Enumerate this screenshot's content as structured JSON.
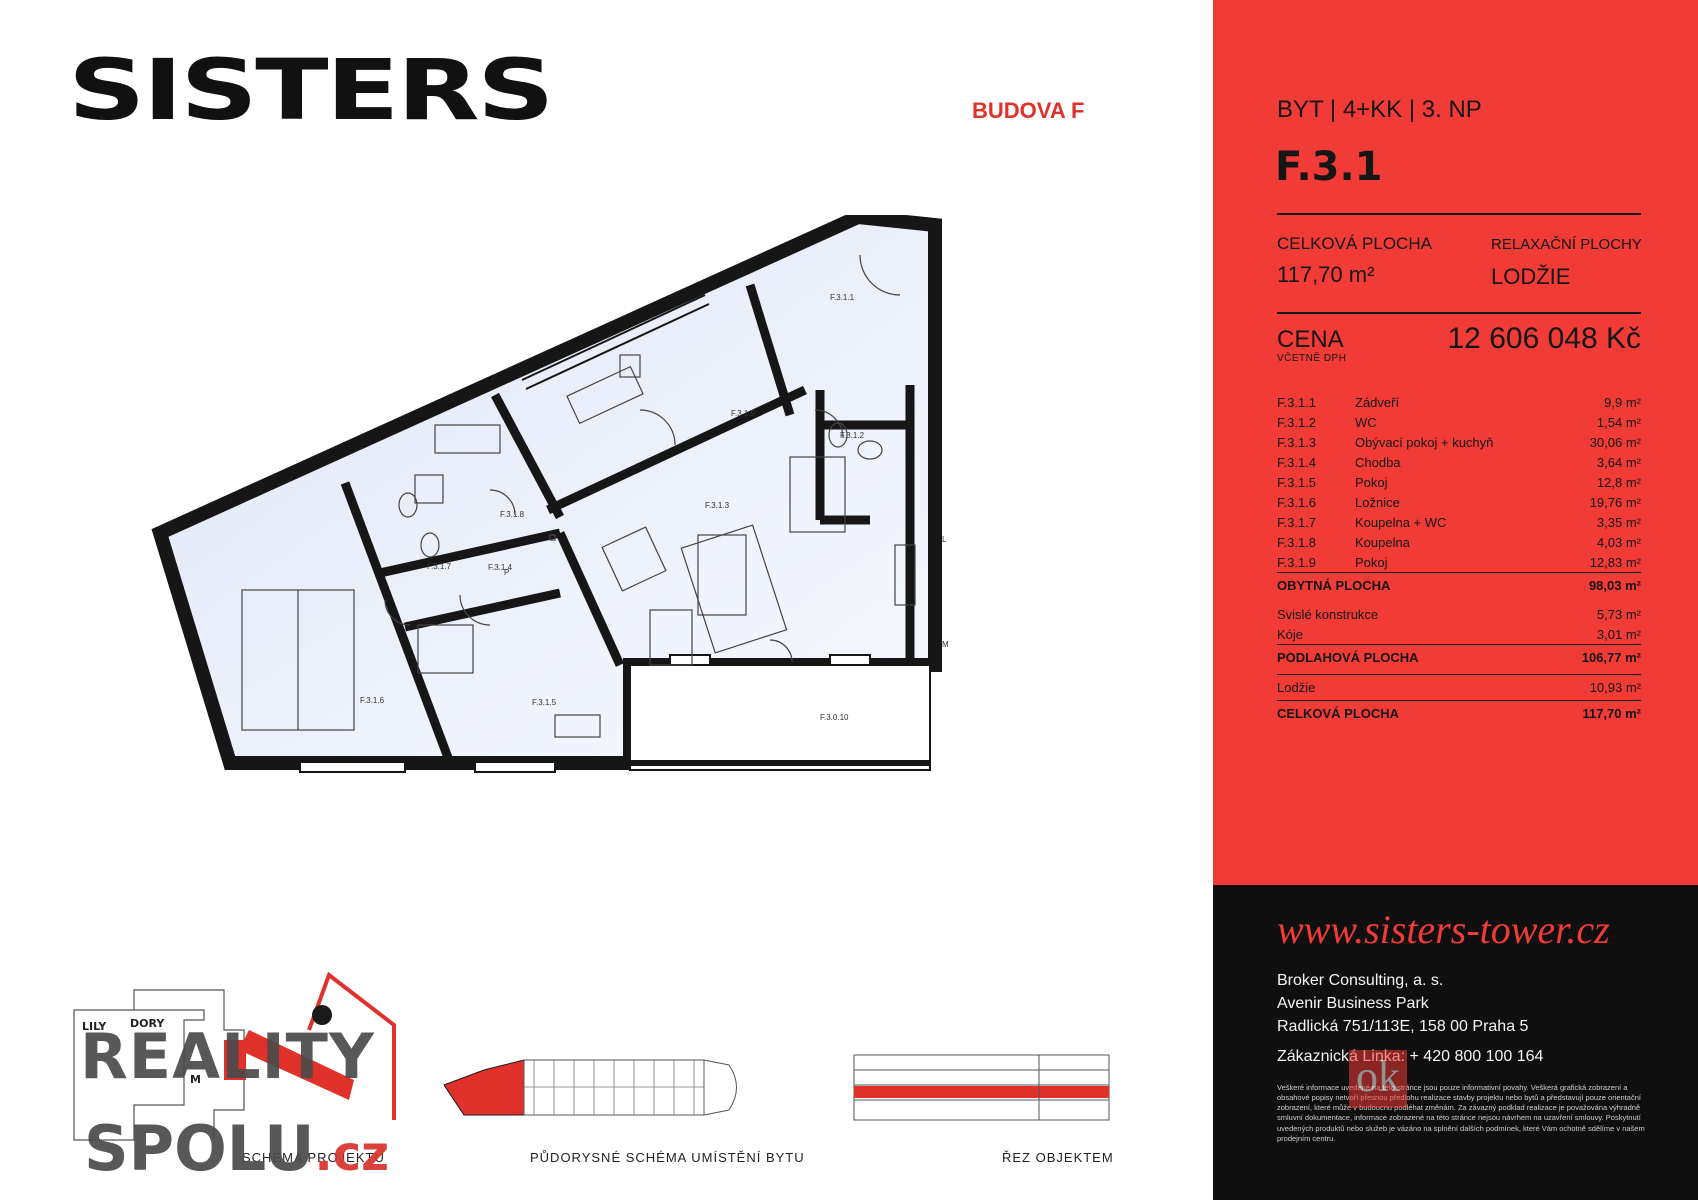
{
  "brand": {
    "logo": "SISTERS",
    "building": "BUDOVA F"
  },
  "panel": {
    "type_line": "BYT | 4+KK | 3. NP",
    "unit_code": "F.3.1",
    "total_area_label": "CELKOVÁ PLOCHA",
    "total_area_value": "117,70 m²",
    "relax_label": "RELAXAČNÍ PLOCHY",
    "relax_value": "LODŽIE",
    "price_label": "CENA",
    "price_vat": "VČETNĚ DPH",
    "price_value": "12 606 048 Kč",
    "rooms": [
      {
        "code": "F.3.1.1",
        "name": "Zádveří",
        "area": "9,9 m²"
      },
      {
        "code": "F.3.1.2",
        "name": "WC",
        "area": "1,54 m²"
      },
      {
        "code": "F.3.1.3",
        "name": "Obývací pokoj + kuchyň",
        "area": "30,06 m²"
      },
      {
        "code": "F.3.1.4",
        "name": "Chodba",
        "area": "3,64 m²"
      },
      {
        "code": "F.3.1.5",
        "name": "Pokoj",
        "area": "12,8 m²"
      },
      {
        "code": "F.3.1.6",
        "name": "Ložnice",
        "area": "19,76 m²"
      },
      {
        "code": "F.3.1.7",
        "name": "Koupelna + WC",
        "area": "3,35 m²"
      },
      {
        "code": "F.3.1.8",
        "name": "Koupelna",
        "area": "4,03 m²"
      },
      {
        "code": "F.3.1.9",
        "name": "Pokoj",
        "area": "12,83 m²"
      }
    ],
    "living_label": "OBYTNÁ PLOCHA",
    "living_value": "98,03 m²",
    "vertical_label": "Svislé konstrukce",
    "vertical_value": "5,73 m²",
    "shafts_label": "Kóje",
    "shafts_value": "3,01 m²",
    "floor_label": "PODLAHOVÁ PLOCHA",
    "floor_value": "106,77 m²",
    "loggia_label": "Lodžie",
    "loggia_value": "10,93 m²",
    "total_label": "CELKOVÁ PLOCHA",
    "total_value": "117,70 m²"
  },
  "contact": {
    "website": "www.sisters-tower.cz",
    "company": "Broker Consulting, a. s.",
    "park": "Avenir Business Park",
    "address": "Radlická 751/113E, 158 00 Praha 5",
    "hotline": "Zákaznická Linka: + 420 800 100 164",
    "disclaimer": "Veškeré informace uvedené na této stránce jsou pouze informativní povahy. Veškerá grafická zobrazení a obsahové popisy netvoří přesnou předlohu realizace stavby projektu nebo bytů a představují pouze orientační zobrazení, které může v budoucnu podléhat změnám. Za závazný podklad realizace je považována výhradně smluvní dokumentace, informace zobrazené na této stránce nejsou návrhem na uzavření smlouvy. Poskytnutí uvedených produktů nebo služeb je vázáno na splnění dalších podmínek, které Vám ochotně sdělíme v našem prodejním centru.",
    "ok_badge": "ok"
  },
  "plan": {
    "labels": [
      "F.3.1.1",
      "F.3.1.2",
      "F.3.1.3",
      "F.3.1.4",
      "F.3.1.5",
      "F.3.1.6",
      "F.3.1.7",
      "F.3.1.8",
      "F.3.1.9",
      "F.3.0.10"
    ],
    "kitchen_marks": [
      "L",
      "M"
    ],
    "bath_mark": "P"
  },
  "schemas": {
    "project_label": "SCHÉMA PROJEKTU",
    "floor_label": "PŮDORYSNÉ SCHÉMA UMÍSTĚNÍ BYTU",
    "section_label": "ŘEZ OBJEKTEM",
    "lily": "LILY",
    "dory": "DORY",
    "m": "M"
  },
  "watermark": {
    "reality": "REALITY",
    "spolu": "SPOLU",
    "cz": ".cz"
  },
  "colors": {
    "accent": "#f03b36",
    "dark": "#0f0f0f",
    "room_fill": "#eef2fb"
  }
}
